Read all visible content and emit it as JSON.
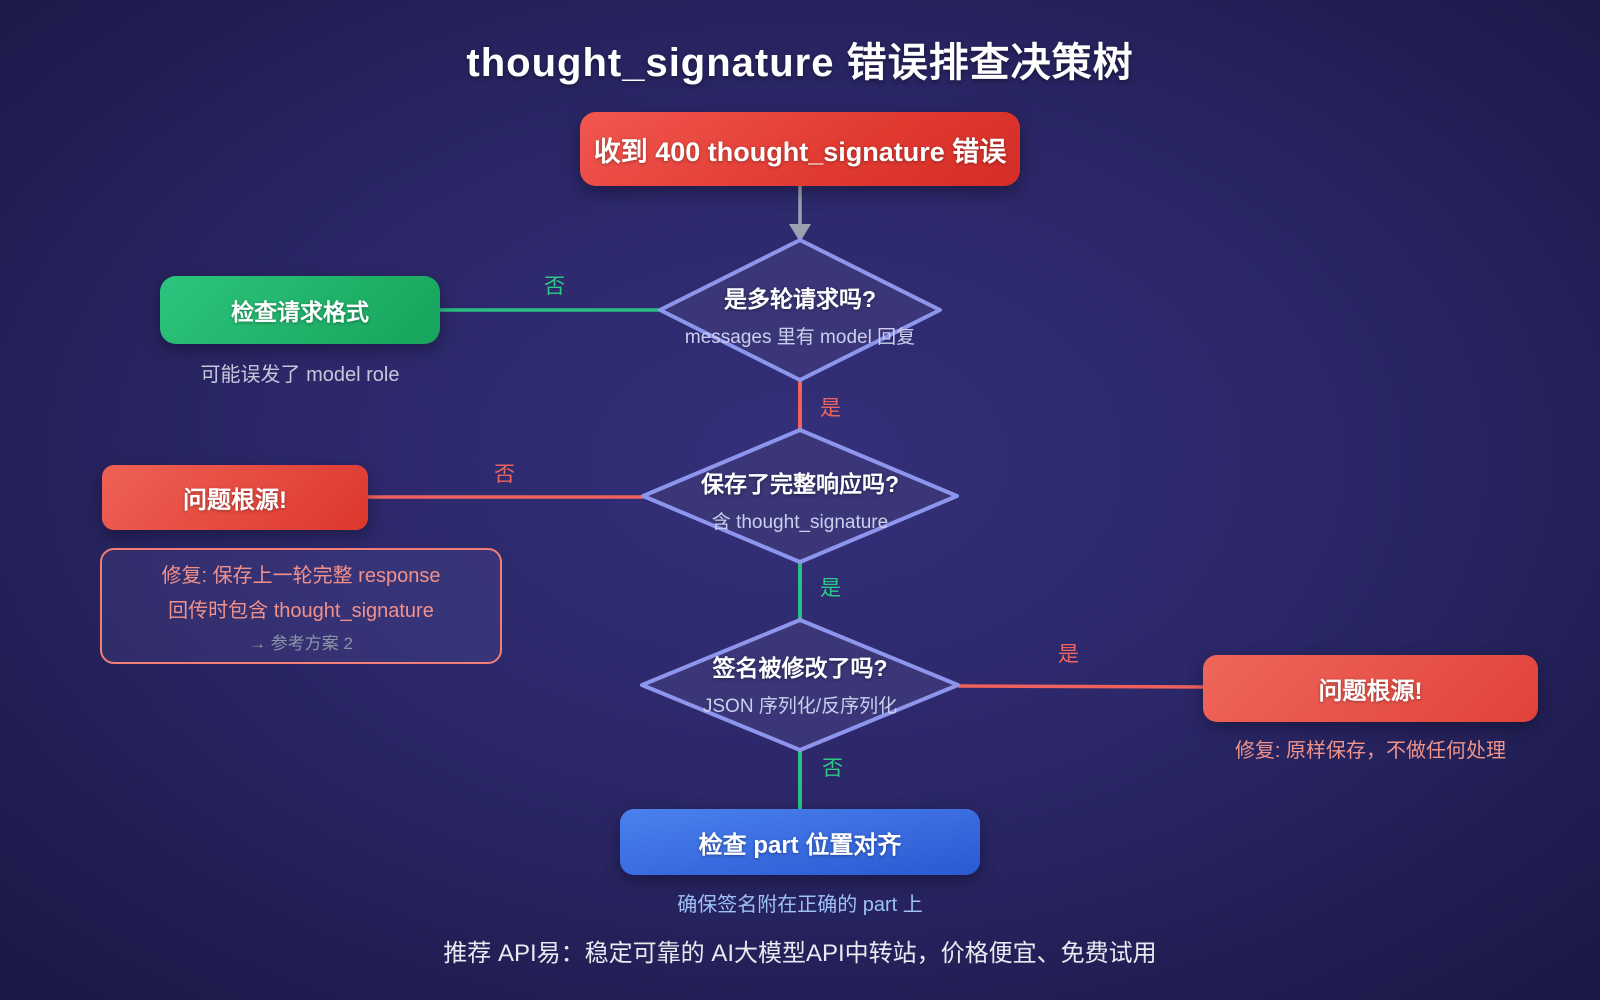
{
  "title": "thought_signature 错误排查决策树",
  "flow": {
    "start": "收到 400 thought_signature 错误",
    "d1": {
      "q": "是多轮请求吗?",
      "sub": "messages 里有 model 回复",
      "no": "否",
      "yes": "是"
    },
    "green_box": "检查请求格式",
    "green_note": "可能误发了 model role",
    "d2": {
      "q": "保存了完整响应吗?",
      "sub": "含 thought_signature",
      "no": "否",
      "yes": "是"
    },
    "root1": "问题根源!",
    "fix1": {
      "l1": "修复: 保存上一轮完整 response",
      "l2": "回传时包含 thought_signature",
      "l3": "→ 参考方案 2"
    },
    "d3": {
      "q": "签名被修改了吗?",
      "sub": "JSON 序列化/反序列化",
      "yes": "是",
      "no": "否"
    },
    "root2": "问题根源!",
    "fix2": "修复: 原样保存，不做任何处理",
    "blue_box": "检查 part 位置对齐",
    "blue_note": "确保签名附在正确的 part 上"
  },
  "footer": "推荐 API易：稳定可靠的 AI大模型API中转站，价格便宜、免费试用",
  "colors": {
    "background": "#2b2768",
    "diamond_fill": "#3a3677",
    "diamond_stroke": "#8d95ec",
    "edge_green": "#2abf81",
    "edge_red": "#ee615c",
    "arrow_gray": "#9aa3b2",
    "start_red": "#e03a31",
    "action_green": "#1fae66",
    "action_blue": "#3a6ee0"
  }
}
